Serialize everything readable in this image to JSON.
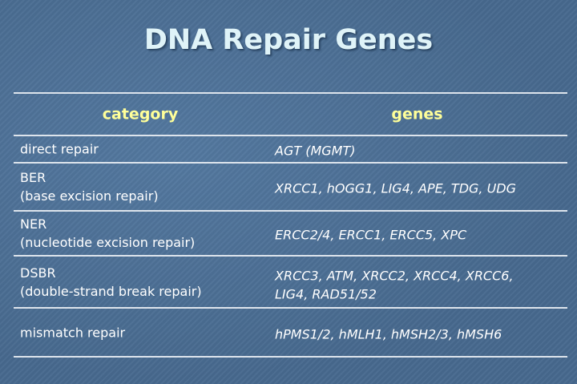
{
  "title": "DNA Repair Genes",
  "table": {
    "headers": [
      "category",
      "genes"
    ],
    "rows": [
      {
        "category": [
          "direct repair"
        ],
        "genes": [
          "AGT (MGMT)"
        ]
      },
      {
        "category": [
          "BER",
          "(base excision repair)"
        ],
        "genes": [
          "XRCC1, hOGG1, LIG4, APE, TDG, UDG"
        ]
      },
      {
        "category": [
          "NER",
          "(nucleotide excision repair)"
        ],
        "genes": [
          "ERCC2/4, ERCC1, ERCC5, XPC"
        ]
      },
      {
        "category": [
          "DSBR",
          "(double-strand break repair)"
        ],
        "genes": [
          "XRCC3, ATM, XRCC2, XRCC4, XRCC6,",
          "LIG4, RAD51/52"
        ]
      },
      {
        "category": [
          "mismatch repair"
        ],
        "genes": [
          "hPMS1/2, hMLH1, hMSH2/3, hMSH6"
        ]
      }
    ]
  }
}
